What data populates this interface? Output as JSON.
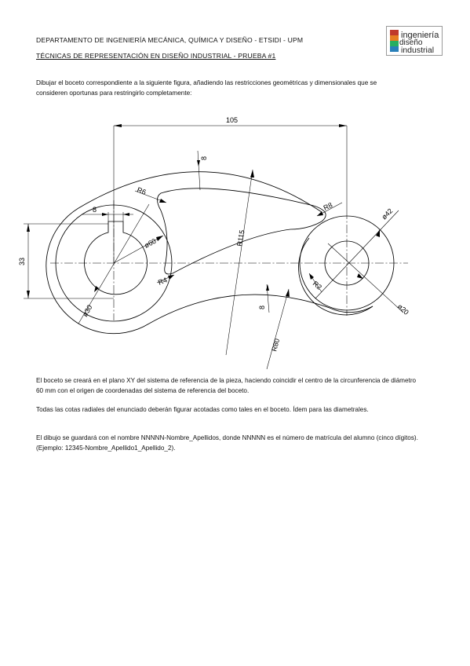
{
  "header": {
    "department": "DEPARTAMENTO DE INGENIERÍA MECÁNICA, QUÍMICA Y DISEÑO - ETSIDI - UPM",
    "subject": "TÉCNICAS DE REPRESENTACIÓN EN DISEÑO INDUSTRIAL - PRUEBA #1"
  },
  "logo": {
    "line1": "ingeniería",
    "line2": "diseño",
    "line3": "industrial",
    "colors": [
      "#c0392b",
      "#e67e22",
      "#27ae60",
      "#2980b9"
    ]
  },
  "instructions": {
    "intro": "Dibujar el boceto correspondiente a la siguiente figura, añadiendo las restricciones geométricas y dimensionales que se consideren oportunas para restringirlo completamente:",
    "p1": "El boceto se creará en el plano XY del sistema de referencia de la pieza, haciendo coincidir el centro de la circunferencia de diámetro 60 mm con el origen de coordenadas del sistema de referencia del boceto.",
    "p2": "Todas las cotas radiales del enunciado deberán figurar acotadas como tales en el boceto. Ídem para las diametrales.",
    "p3": "El dibujo se guardará con el nombre NNNNN-Nombre_Apellidos, donde NNNNN es el número de matrícula del alumno (cinco dígitos). (Ejemplo: 12345-Nombre_Apellido1_Apellido_2)."
  },
  "drawing": {
    "dimensions": {
      "width_105": "105",
      "height_33": "33",
      "keyway_8": "8",
      "thickness_top_8": "8",
      "thickness_bottom_8": "8",
      "r6": "R6",
      "r8": "R8",
      "r4": "R4",
      "r2": "R2",
      "r115": "R115",
      "r80": "R80",
      "d60": "ø60",
      "d30": "ø30",
      "d42": "ø42",
      "d20": "ø20"
    }
  }
}
